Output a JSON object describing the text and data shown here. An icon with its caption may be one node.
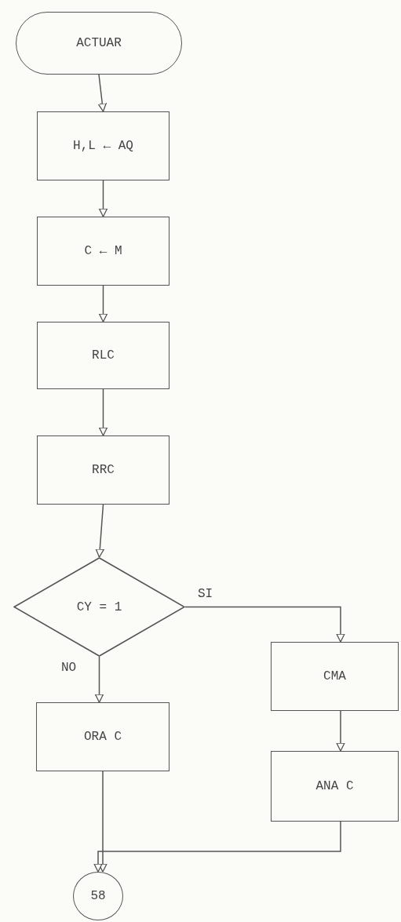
{
  "diagram": {
    "nodes": [
      {
        "text": [
          "ACTUAR"
        ]
      },
      {
        "text": [
          "H,L ← AQ"
        ]
      },
      {
        "text": [
          "C ← M"
        ]
      },
      {
        "text": [
          "RLC"
        ]
      },
      {
        "text": [
          "RRC"
        ]
      },
      {
        "text": [
          "CY = 1"
        ]
      },
      {
        "text": [
          "ORA C"
        ]
      },
      {
        "text": [
          "CMA"
        ]
      },
      {
        "text": [
          "ANA C"
        ]
      },
      {
        "text": [
          "58"
        ]
      }
    ],
    "edges": [
      {
        "from": 0,
        "to": 1,
        "arrow": "to"
      },
      {
        "from": 1,
        "to": 2,
        "arrow": "to"
      },
      {
        "from": 2,
        "to": 3,
        "arrow": "to"
      },
      {
        "from": 3,
        "to": 4,
        "arrow": "to"
      },
      {
        "from": 4,
        "to": 5,
        "arrow": "to"
      },
      {
        "from": 5,
        "to": 7,
        "arrow": "to",
        "label": "SI"
      },
      {
        "from": 5,
        "to": 6,
        "arrow": "to",
        "label": "NO"
      },
      {
        "from": 7,
        "to": 8,
        "arrow": "to"
      },
      {
        "from": 6,
        "to": 9,
        "arrow": "to"
      },
      {
        "from": 8,
        "to": 9,
        "arrow": "to"
      }
    ]
  }
}
